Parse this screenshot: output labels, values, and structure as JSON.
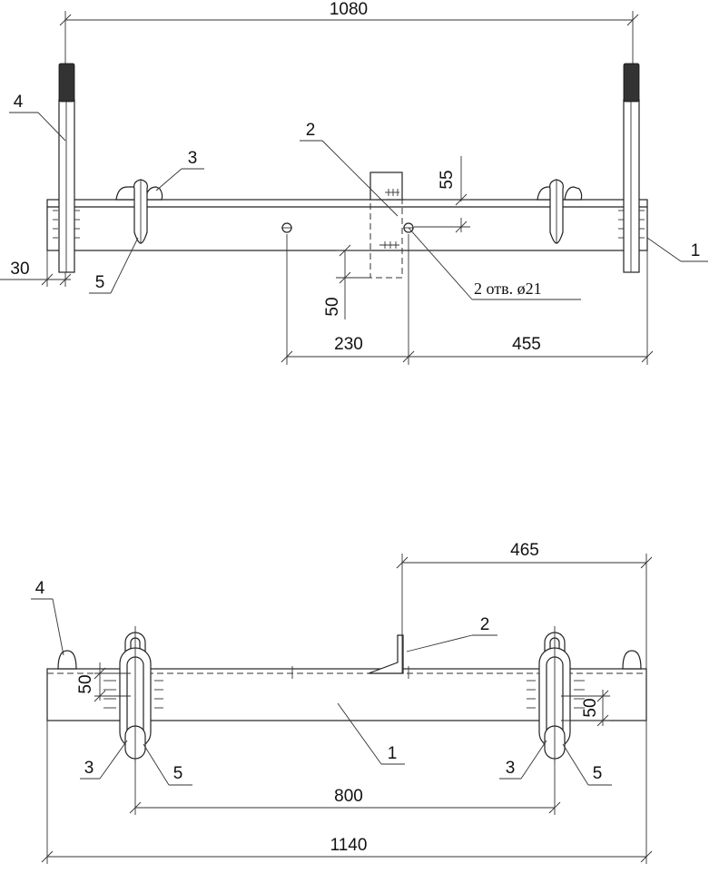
{
  "top_view": {
    "dim_total": "1080",
    "dim_left_edge": "30",
    "dim_vertical_55": "55",
    "dim_vertical_50": "50",
    "dim_230": "230",
    "dim_455": "455",
    "hole_note": "2 отв. ø21",
    "callouts": {
      "c1": "1",
      "c2": "2",
      "c3": "3",
      "c4": "4",
      "c5": "5"
    }
  },
  "bottom_view": {
    "dim_465": "465",
    "dim_800": "800",
    "dim_1140": "1140",
    "dim_50_left": "50",
    "dim_50_right": "50",
    "callouts": {
      "c1": "1",
      "c2": "2",
      "c3_left": "3",
      "c5_left": "5",
      "c3_right": "3",
      "c5_right": "5",
      "c4": "4"
    }
  },
  "line_color": "#222222"
}
